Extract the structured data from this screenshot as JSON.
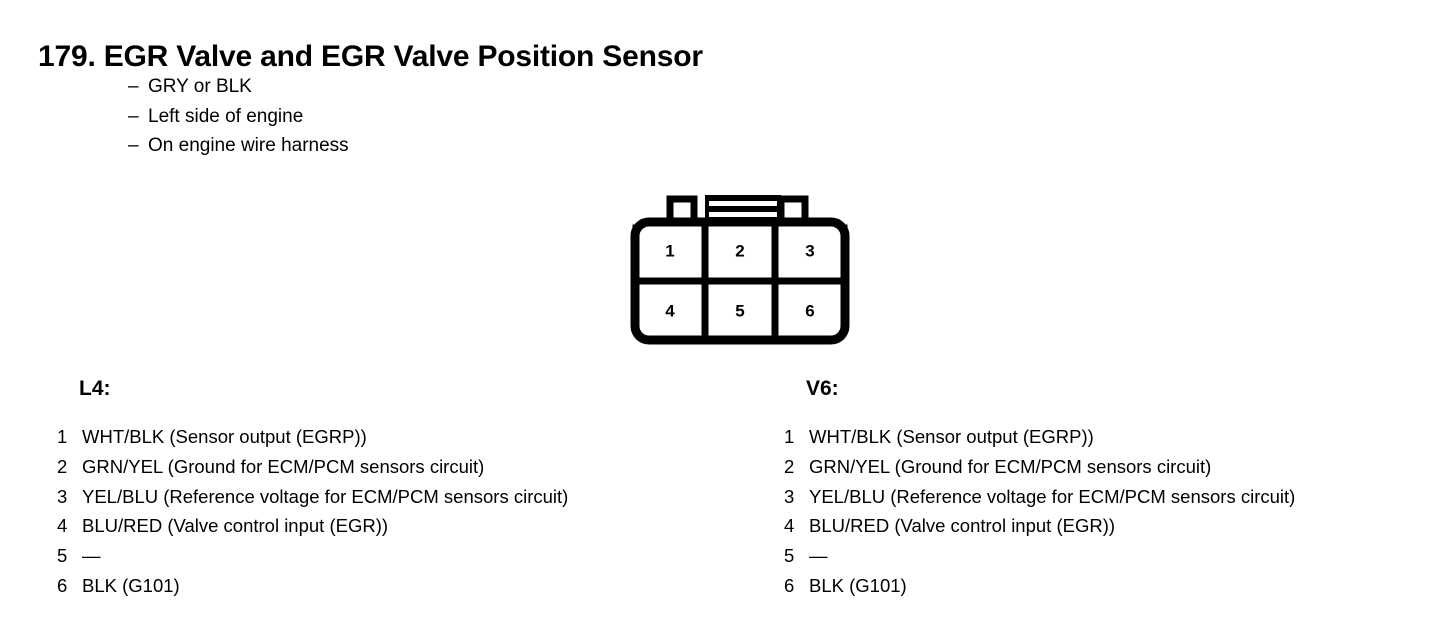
{
  "page": {
    "title": "179. EGR Valve and EGR Valve Position Sensor",
    "bullets": [
      {
        "dash": "–",
        "text": "GRY or BLK"
      },
      {
        "dash": "–",
        "text": "Left side of engine"
      },
      {
        "dash": "–",
        "text": "On engine wire harness"
      }
    ]
  },
  "connector": {
    "name": "6-pin connector",
    "pins": [
      "1",
      "2",
      "3",
      "4",
      "5",
      "6"
    ],
    "rows": 2,
    "columns": 3,
    "outline_color": "#000000",
    "fill_color": "#ffffff"
  },
  "pinouts": [
    {
      "id": "l4",
      "title": "L4:",
      "rows": [
        {
          "pin": "1",
          "desc": "WHT/BLK (Sensor output (EGRP))"
        },
        {
          "pin": "2",
          "desc": "GRN/YEL (Ground for ECM/PCM sensors circuit)"
        },
        {
          "pin": "3",
          "desc": "YEL/BLU (Reference voltage for ECM/PCM sensors circuit)"
        },
        {
          "pin": "4",
          "desc": "BLU/RED (Valve control input (EGR))"
        },
        {
          "pin": "5",
          "desc": "—"
        },
        {
          "pin": "6",
          "desc": "BLK (G101)"
        }
      ]
    },
    {
      "id": "v6",
      "title": "V6:",
      "rows": [
        {
          "pin": "1",
          "desc": "WHT/BLK (Sensor output (EGRP))"
        },
        {
          "pin": "2",
          "desc": "GRN/YEL (Ground for ECM/PCM sensors circuit)"
        },
        {
          "pin": "3",
          "desc": "YEL/BLU (Reference voltage for ECM/PCM sensors circuit)"
        },
        {
          "pin": "4",
          "desc": "BLU/RED (Valve control input (EGR))"
        },
        {
          "pin": "5",
          "desc": "—"
        },
        {
          "pin": "6",
          "desc": "BLK (G101)"
        }
      ]
    }
  ]
}
